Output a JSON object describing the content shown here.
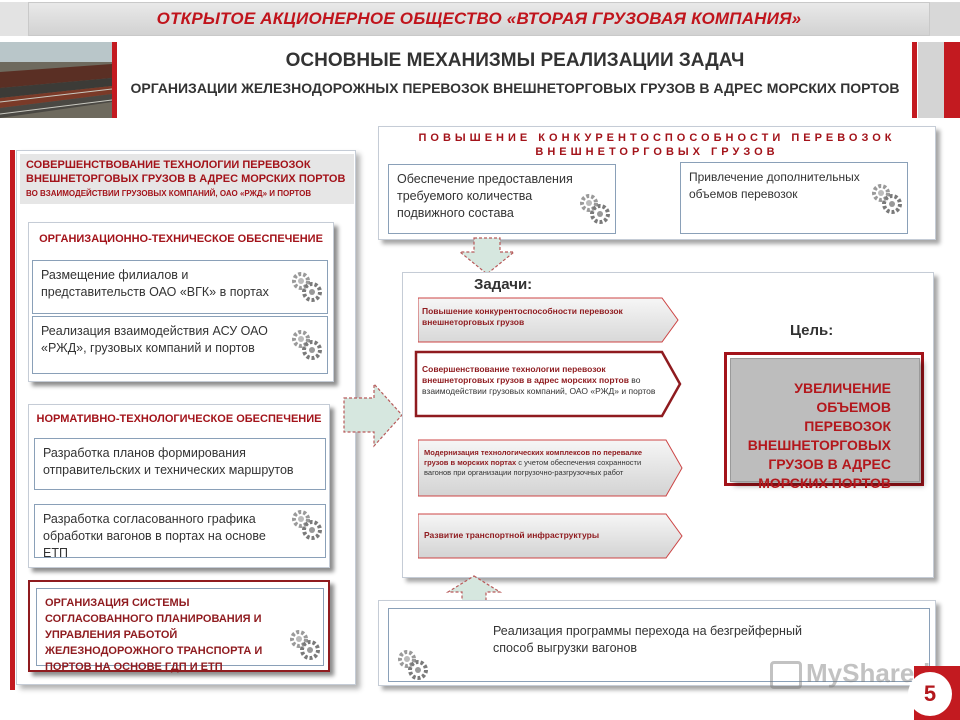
{
  "header": {
    "company": "ОТКРЫТОЕ АКЦИОНЕРНОЕ ОБЩЕСТВО «ВТОРАЯ ГРУЗОВАЯ КОМПАНИЯ»"
  },
  "slide": {
    "title": "ОСНОВНЫЕ МЕХАНИЗМЫ РЕАЛИЗАЦИИ ЗАДАЧ",
    "subtitle": "ОРГАНИЗАЦИИ ЖЕЛЕЗНОДОРОЖНЫХ ПЕРЕВОЗОК ВНЕШНЕТОРГОВЫХ ГРУЗОВ В АДРЕС МОРСКИХ ПОРТОВ",
    "page_number": "5"
  },
  "left": {
    "heading_main": "СОВЕРШЕНСТВОВАНИЕ ТЕХНОЛОГИИ ПЕРЕВОЗОК ВНЕШНЕТОРГОВЫХ ГРУЗОВ В АДРЕС МОРСКИХ ПОРТОВ",
    "heading_sub": "ВО ВЗАИМОДЕЙСТВИИ ГРУЗОВЫХ КОМПАНИЙ, ОАО «РЖД» И ПОРТОВ",
    "org_title": "ОРГАНИЗАЦИОННО-ТЕХНИЧЕСКОЕ ОБЕСПЕЧЕНИЕ",
    "org_items": [
      "Размещение филиалов и представительств ОАО «ВГК» в портах",
      "Реализация взаимодействия АСУ ОАО «РЖД», грузовых компаний и портов"
    ],
    "norm_title": "НОРМАТИВНО-ТЕХНОЛОГИЧЕСКОЕ ОБЕСПЕЧЕНИЕ",
    "norm_items": [
      "Разработка планов формирования отправительских и технических маршрутов",
      "Разработка согласованного графика обработки вагонов в портах на основе ЕТП"
    ],
    "system_text": "ОРГАНИЗАЦИЯ СИСТЕМЫ СОГЛАСОВАННОГО ПЛАНИРОВАНИЯ И УПРАВЛЕНИЯ РАБОТОЙ ЖЕЛЕЗНОДОРОЖНОГО ТРАНСПОРТА И ПОРТОВ НА ОСНОВЕ ГДП И ЕТП"
  },
  "top_right": {
    "title": "ПОВЫШЕНИЕ КОНКУРЕНТОСПОСОБНОСТИ ПЕРЕВОЗОК ВНЕШНЕТОРГОВЫХ ГРУЗОВ",
    "item1": "Обеспечение предоставления требуемого количества подвижного состава",
    "item2": "Привлечение дополнительных объемов перевозок"
  },
  "center": {
    "tasks_label": "Задачи:",
    "goal_label": "Цель:",
    "task1": "Повышение конкурентоспособности перевозок внешнеторговых грузов",
    "task2_main": "Совершенствование технологии перевозок внешнеторговых грузов в адрес морских портов",
    "task2_sub": "во взаимодействии грузовых компаний, ОАО «РЖД» и портов",
    "task3_main": "Модернизация технологических комплексов по перевалке грузов в морских портах",
    "task3_sub": "с учетом обеспечения сохранности вагонов при организации погрузочно-разгрузочных работ",
    "task4": "Развитие транспортной инфраструктуры",
    "goal_text": "УВЕЛИЧЕНИЕ ОБЪЕМОВ ПЕРЕВОЗОК ВНЕШНЕТОРГОВЫХ ГРУЗОВ В АДРЕС МОРСКИХ ПОРТОВ"
  },
  "bottom": {
    "text": "Реализация программы перехода на безгрейферный способ выгрузки вагонов"
  },
  "watermark": {
    "text": "MyShared"
  },
  "colors": {
    "accent": "#b3171c",
    "panel_border": "#8aa0b8",
    "arrow_fill": "#d6e7df"
  }
}
